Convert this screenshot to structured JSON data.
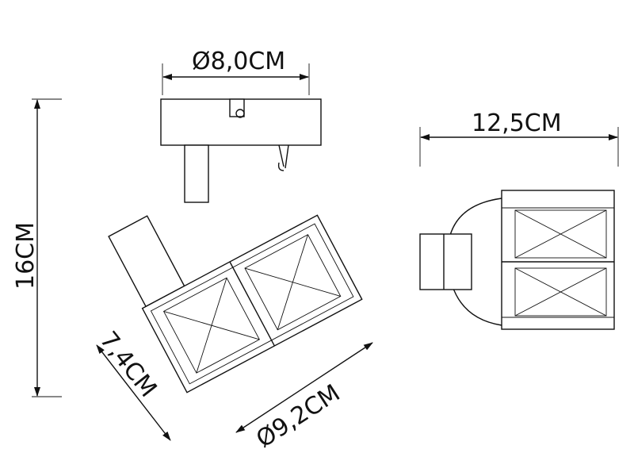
{
  "dimensions": {
    "base_diameter": "Ø8,0CM",
    "depth": "12,5CM",
    "height": "16CM",
    "shade_height": "7,4CM",
    "shade_diameter": "Ø9,2CM"
  }
}
